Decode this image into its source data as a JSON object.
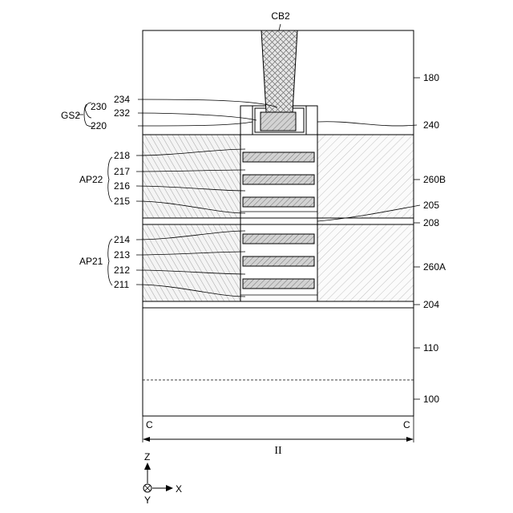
{
  "labels": {
    "cb2": "CB2",
    "r180": "180",
    "r240": "240",
    "r260b": "260B",
    "r205": "205",
    "r208": "208",
    "r260a": "260A",
    "r204": "204",
    "r110": "110",
    "r100": "100",
    "l234": "234",
    "l232": "232",
    "l230": "230",
    "l220": "220",
    "gs2": "GS2",
    "l218": "218",
    "l217": "217",
    "l216": "216",
    "l215": "215",
    "ap22": "AP22",
    "l214": "214",
    "l213": "213",
    "l212": "212",
    "l211": "211",
    "ap21": "AP21",
    "c_left": "C",
    "c_right": "C",
    "section": "II",
    "axis_z": "Z",
    "axis_x": "X",
    "axis_y": "Y"
  }
}
